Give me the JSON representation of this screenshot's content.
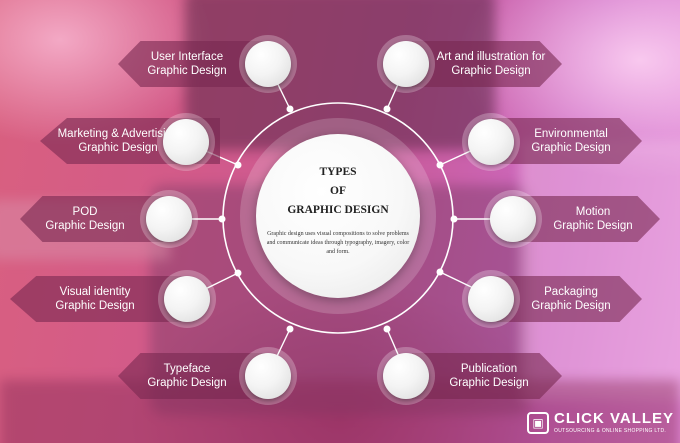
{
  "center": {
    "title_line1": "TYPES",
    "title_line2": "OF",
    "title_line3": "GRAPHIC DESIGN",
    "description": "Graphic design uses visual compositions to solve problems and communicate ideas through typography, imagery, color and form."
  },
  "left_items": [
    {
      "line1": "User Interface",
      "line2": "Graphic Design"
    },
    {
      "line1": "Marketing & Advertising",
      "line2": "Graphic Design"
    },
    {
      "line1": "POD",
      "line2": "Graphic Design"
    },
    {
      "line1": "Visual identity",
      "line2": "Graphic Design"
    },
    {
      "line1": "Typeface",
      "line2": "Graphic Design"
    }
  ],
  "right_items": [
    {
      "line1": "Art and illustration for",
      "line2": "Graphic Design"
    },
    {
      "line1": "Environmental",
      "line2": "Graphic Design"
    },
    {
      "line1": "Motion",
      "line2": "Graphic Design"
    },
    {
      "line1": "Packaging",
      "line2": "Graphic Design"
    },
    {
      "line1": "Publication",
      "line2": "Graphic Design"
    }
  ],
  "logo": {
    "name": "CLICK VALLEY",
    "tagline": "OUTSOURCING & ONLINE SHOPPING LTD."
  },
  "colors": {
    "label_bg": "rgba(120,40,80,0.6)",
    "text": "#ffffff"
  }
}
